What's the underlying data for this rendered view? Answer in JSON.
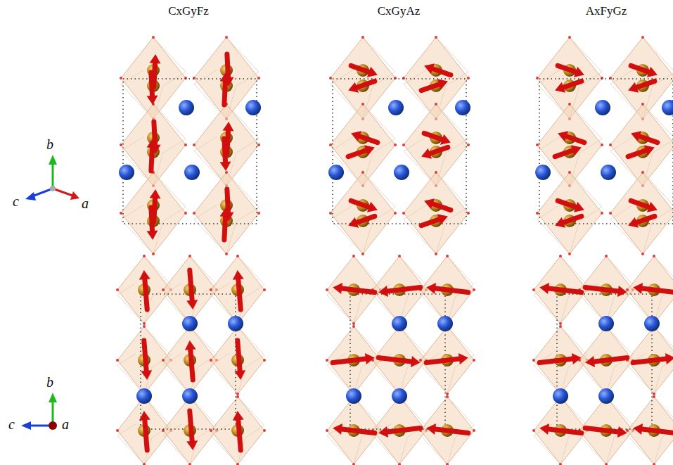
{
  "diagram": {
    "labels": [
      "CxGyFz",
      "CxGyAz",
      "AxFyGz",
      "b",
      "c",
      "a",
      "b",
      "c",
      "a"
    ]
  }
}
